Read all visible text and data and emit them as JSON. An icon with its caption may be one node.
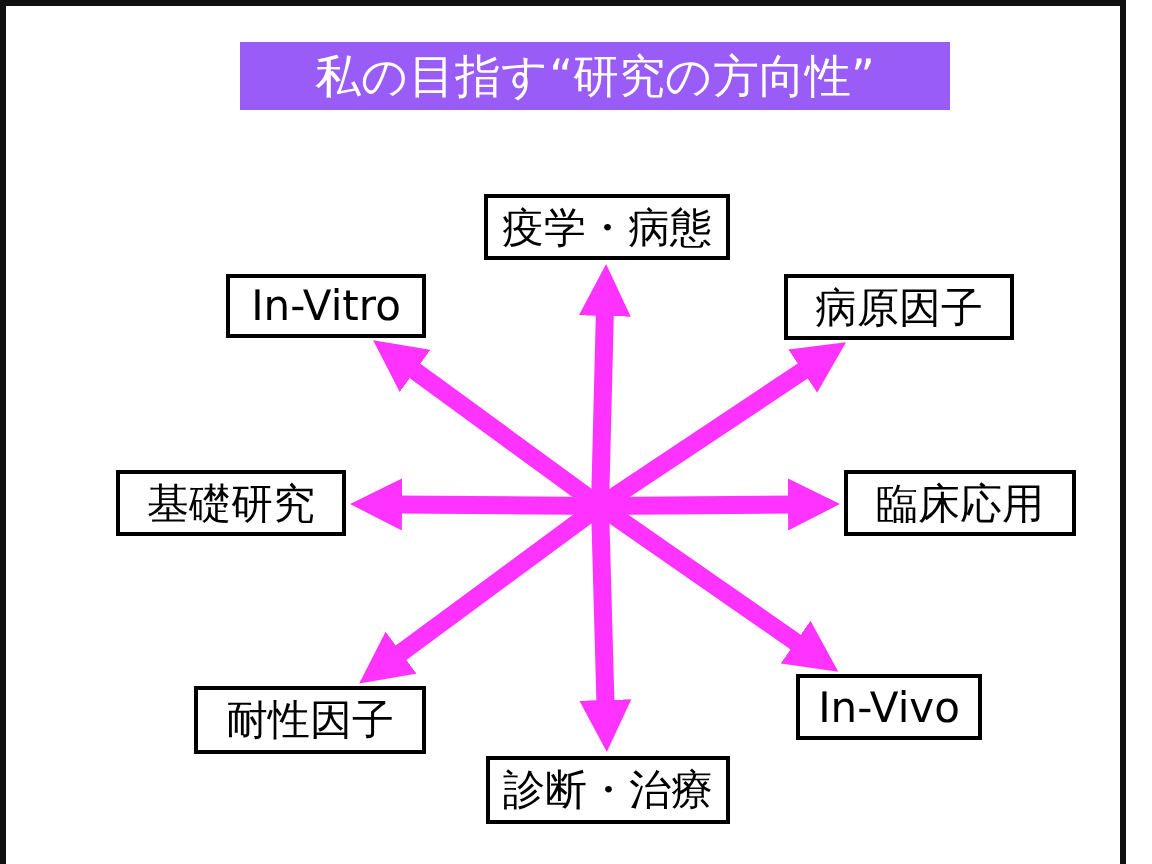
{
  "diagram": {
    "title": "私の目指す“研究の方向性”",
    "nodes": [
      {
        "text": [
          "疫学・病態"
        ]
      },
      {
        "text": [
          "In-Vitro"
        ]
      },
      {
        "text": [
          "病原因子"
        ]
      },
      {
        "text": [
          "基礎研究"
        ]
      },
      {
        "text": [
          "臨床応用"
        ]
      },
      {
        "text": [
          "In-Vivo"
        ]
      },
      {
        "text": [
          "耐性因子"
        ]
      },
      {
        "text": [
          "診断・治療"
        ]
      }
    ],
    "edges": [
      {
        "from": null,
        "to": 0,
        "arrow": "to"
      },
      {
        "from": null,
        "to": 1,
        "arrow": "to"
      },
      {
        "from": null,
        "to": 2,
        "arrow": "to"
      },
      {
        "from": null,
        "to": 3,
        "arrow": "to"
      },
      {
        "from": null,
        "to": 4,
        "arrow": "to"
      },
      {
        "from": null,
        "to": 5,
        "arrow": "to"
      },
      {
        "from": null,
        "to": 6,
        "arrow": "to"
      },
      {
        "from": null,
        "to": 7,
        "arrow": "to"
      }
    ]
  }
}
